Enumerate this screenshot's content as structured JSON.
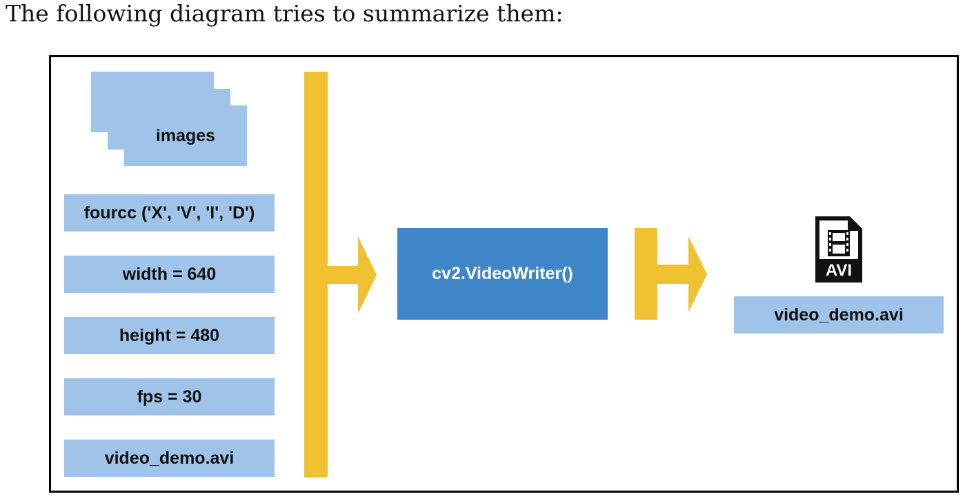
{
  "intro_text": "The following diagram tries to summarize them:",
  "inputs": {
    "images_label": "images",
    "params": [
      "fourcc ('X', 'V', 'I', 'D')",
      "width = 640",
      "height = 480",
      "fps = 30",
      "video_demo.avi"
    ]
  },
  "function_label": "cv2.VideoWriter()",
  "output": {
    "icon_text": "AVI",
    "file_label": "video_demo.avi"
  },
  "colors": {
    "input_box": "#a0c4e9",
    "function_box": "#3f86c8",
    "arrow": "#f0c232",
    "border": "#000000"
  }
}
